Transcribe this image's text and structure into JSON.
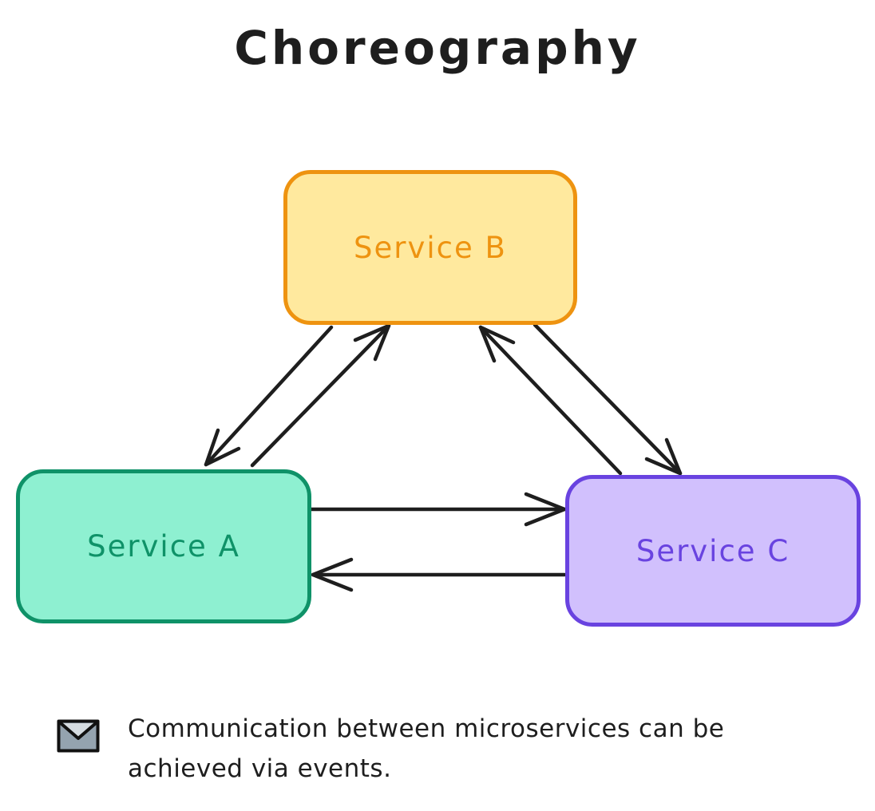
{
  "title": "Choreography",
  "background_color": "#ffffff",
  "ink_color": "#1e1e1e",
  "diagram": {
    "type": "event-driven-microservices-choreography",
    "nodes": [
      {
        "id": "service-a",
        "label": "Service A",
        "fill": "#8ef0d1",
        "stroke": "#0f9268",
        "text_color": "#0f9268"
      },
      {
        "id": "service-b",
        "label": "Service B",
        "fill": "#ffe99e",
        "stroke": "#ee9310",
        "text_color": "#ee9310"
      },
      {
        "id": "service-c",
        "label": "Service C",
        "fill": "#d1c0fd",
        "stroke": "#6943e0",
        "text_color": "#6943e0"
      }
    ],
    "edges": [
      {
        "from": "service-b",
        "to": "service-a"
      },
      {
        "from": "service-a",
        "to": "service-b"
      },
      {
        "from": "service-c",
        "to": "service-b"
      },
      {
        "from": "service-b",
        "to": "service-c"
      },
      {
        "from": "service-a",
        "to": "service-c"
      },
      {
        "from": "service-c",
        "to": "service-a"
      }
    ],
    "arrow_color": "#1e1e1e"
  },
  "note": {
    "icon": "envelope-icon",
    "icon_colors": {
      "body": "#94a3af",
      "flap": "#d5dce1",
      "outline": "#111111"
    },
    "lines": [
      "Communication between microservices can be",
      "achieved via events."
    ],
    "text": "Communication between microservices can be achieved via events."
  }
}
